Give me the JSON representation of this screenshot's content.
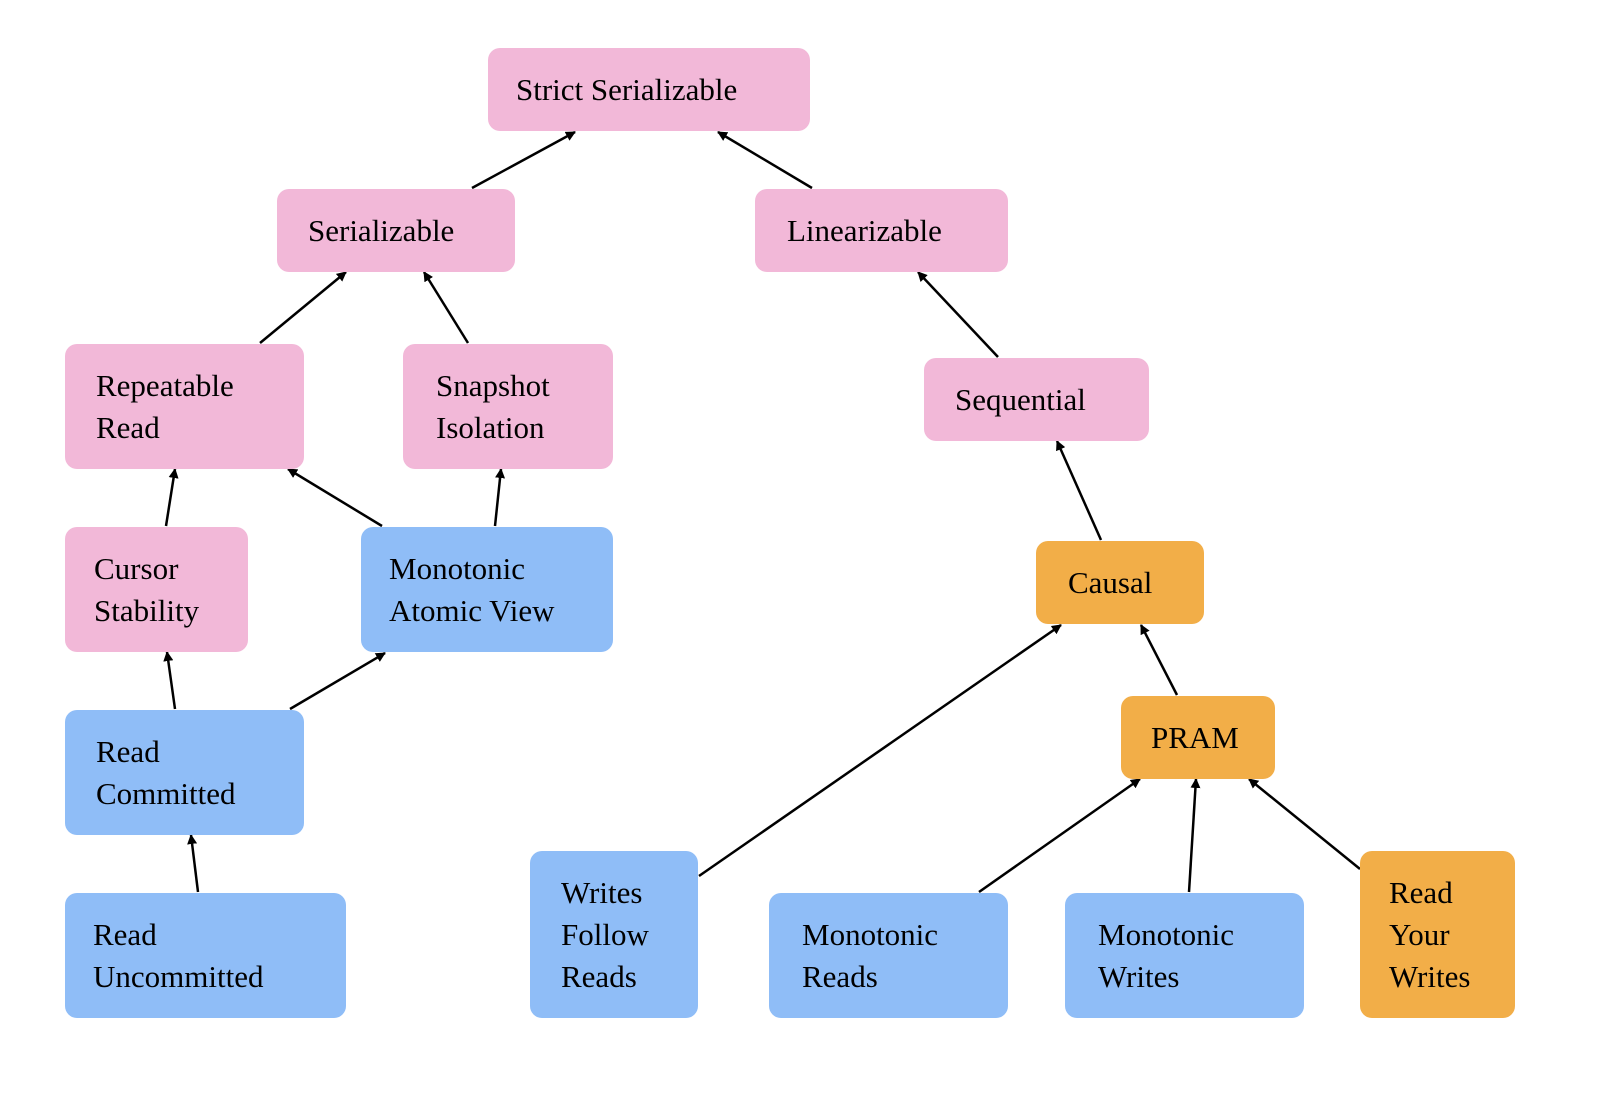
{
  "title": "Consistency Models Hierarchy",
  "colors": {
    "pink": "#f2b8d8",
    "blue": "#8fbdf7",
    "orange": "#f2ae48",
    "edge": "#000000"
  },
  "nodes": {
    "strict_serializable": {
      "label": "Strict Serializable",
      "color": "pink"
    },
    "serializable": {
      "label": "Serializable",
      "color": "pink"
    },
    "linearizable": {
      "label": "Linearizable",
      "color": "pink"
    },
    "repeatable_read": {
      "label": "Repeatable\nRead",
      "color": "pink"
    },
    "snapshot_isolation": {
      "label": "Snapshot\nIsolation",
      "color": "pink"
    },
    "sequential": {
      "label": "Sequential",
      "color": "pink"
    },
    "cursor_stability": {
      "label": "Cursor\nStability",
      "color": "pink"
    },
    "monotonic_atomic_view": {
      "label": "Monotonic\nAtomic View",
      "color": "blue"
    },
    "causal": {
      "label": "Causal",
      "color": "orange"
    },
    "read_committed": {
      "label": "Read\nCommitted",
      "color": "blue"
    },
    "pram": {
      "label": "PRAM",
      "color": "orange"
    },
    "read_uncommitted": {
      "label": "Read\nUncommitted",
      "color": "blue"
    },
    "writes_follow_reads": {
      "label": "Writes\nFollow\nReads",
      "color": "blue"
    },
    "monotonic_reads": {
      "label": "Monotonic\nReads",
      "color": "blue"
    },
    "monotonic_writes": {
      "label": "Monotonic\nWrites",
      "color": "blue"
    },
    "read_your_writes": {
      "label": "Read\nYour\nWrites",
      "color": "orange"
    }
  },
  "edges": [
    {
      "from": "serializable",
      "to": "strict_serializable"
    },
    {
      "from": "linearizable",
      "to": "strict_serializable"
    },
    {
      "from": "repeatable_read",
      "to": "serializable"
    },
    {
      "from": "snapshot_isolation",
      "to": "serializable"
    },
    {
      "from": "sequential",
      "to": "linearizable"
    },
    {
      "from": "cursor_stability",
      "to": "repeatable_read"
    },
    {
      "from": "monotonic_atomic_view",
      "to": "repeatable_read"
    },
    {
      "from": "monotonic_atomic_view",
      "to": "snapshot_isolation"
    },
    {
      "from": "causal",
      "to": "sequential"
    },
    {
      "from": "read_committed",
      "to": "cursor_stability"
    },
    {
      "from": "read_committed",
      "to": "monotonic_atomic_view"
    },
    {
      "from": "read_uncommitted",
      "to": "read_committed"
    },
    {
      "from": "writes_follow_reads",
      "to": "causal"
    },
    {
      "from": "pram",
      "to": "causal"
    },
    {
      "from": "monotonic_reads",
      "to": "pram"
    },
    {
      "from": "monotonic_writes",
      "to": "pram"
    },
    {
      "from": "read_your_writes",
      "to": "pram"
    }
  ]
}
